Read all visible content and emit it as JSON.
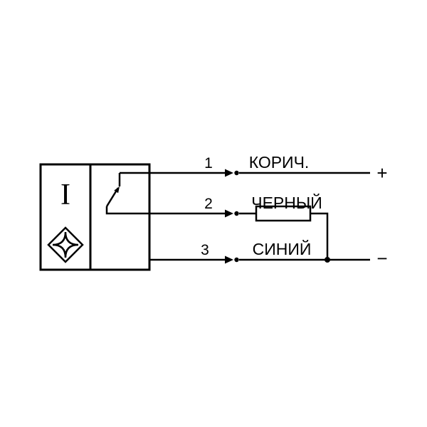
{
  "diagram": {
    "type": "sensor-wiring-diagram",
    "sensor_box": {
      "coil_label": "I"
    },
    "wires": [
      {
        "pin": "1",
        "color_label": "КОРИЧ."
      },
      {
        "pin": "2",
        "color_label": "ЧЕРНЫЙ"
      },
      {
        "pin": "3",
        "color_label": "СИНИЙ"
      }
    ],
    "terminals": {
      "positive": "+",
      "negative": "−"
    },
    "colors": {
      "line": "#000000",
      "background": "#ffffff"
    }
  }
}
